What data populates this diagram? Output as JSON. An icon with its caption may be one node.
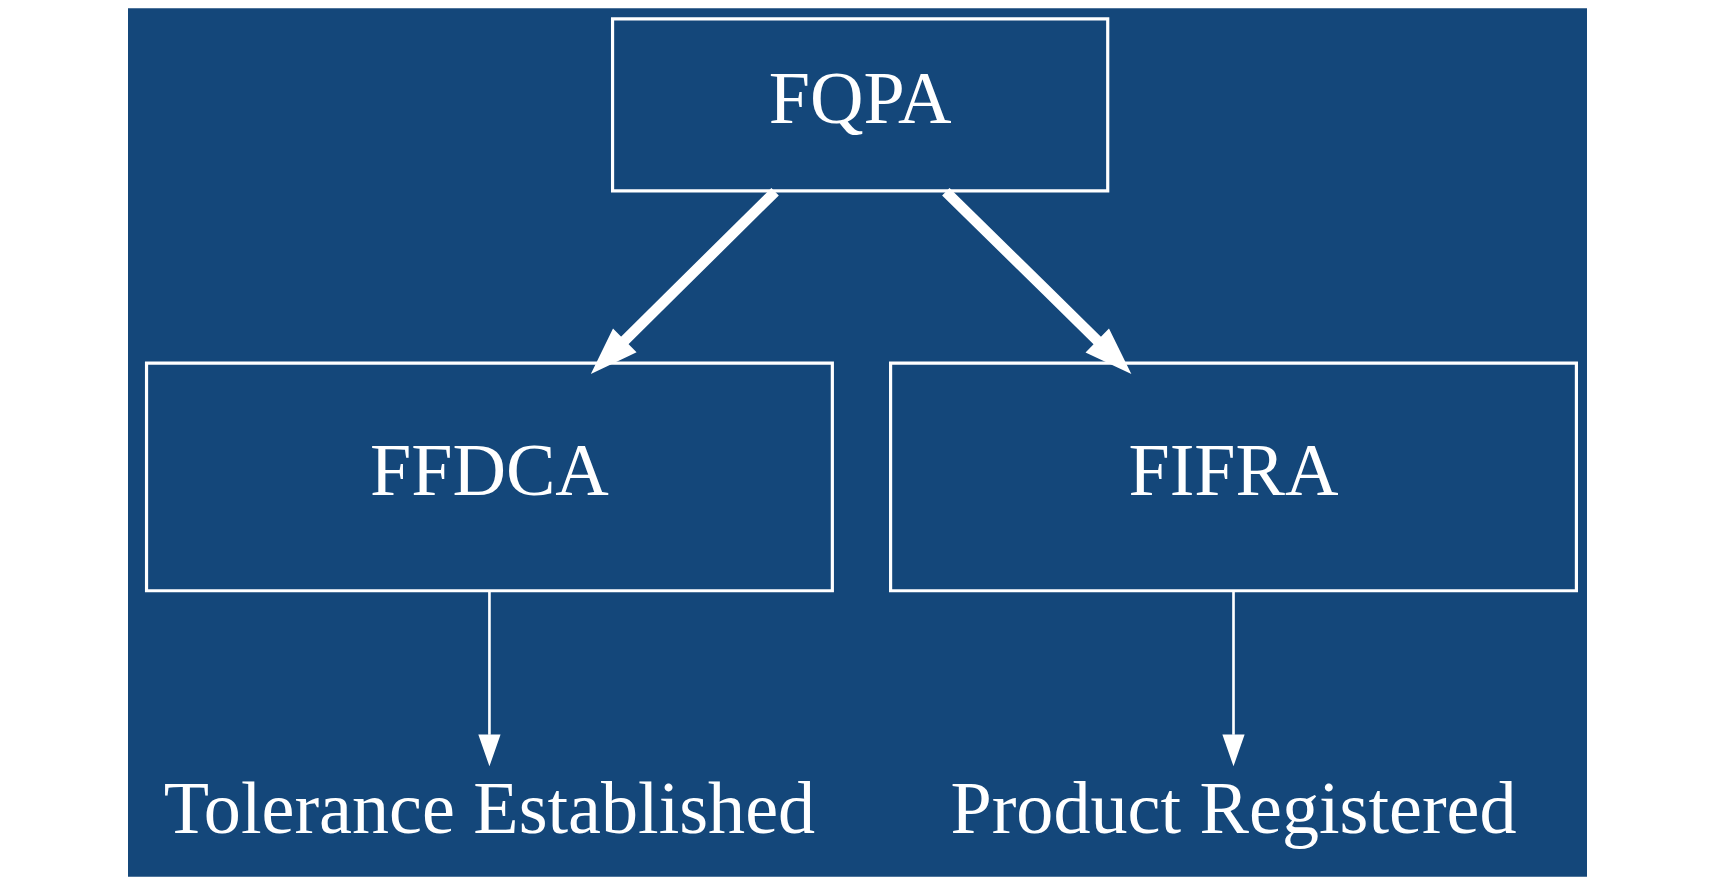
{
  "diagram": {
    "nodes": [
      {
        "text": [
          "FQPA"
        ]
      },
      {
        "text": [
          "FFDCA"
        ]
      },
      {
        "text": [
          "FIFRA"
        ]
      },
      {
        "text": [
          "Tolerance Established"
        ]
      },
      {
        "text": [
          "Product Registered"
        ]
      }
    ],
    "edges": [
      {
        "from": 0,
        "to": 1,
        "arrow": "to",
        "style": "thick"
      },
      {
        "from": 0,
        "to": 2,
        "arrow": "to",
        "style": "thick"
      },
      {
        "from": 1,
        "to": 3,
        "arrow": "to"
      },
      {
        "from": 2,
        "to": 4,
        "arrow": "to"
      }
    ]
  }
}
